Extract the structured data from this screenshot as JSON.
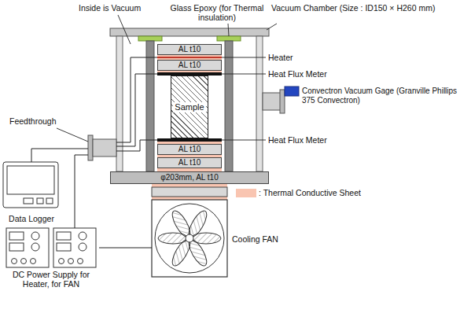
{
  "diagram": {
    "nodes": [
      {
        "text": [
          "AL t10"
        ]
      },
      {
        "text": [
          "AL t10"
        ]
      },
      {
        "text": [
          "Sample"
        ]
      },
      {
        "text": [
          "AL t10"
        ]
      },
      {
        "text": [
          "AL t10"
        ]
      },
      {
        "text": [
          "φ203mm, AL t10"
        ]
      },
      {
        "text": [
          "Cooling FAN"
        ]
      },
      {
        "text": [
          "Data Logger"
        ]
      },
      {
        "text": [
          "DC Power Supply for Heater, for FAN"
        ]
      }
    ],
    "edges": [
      {
        "from": 8,
        "to": 6,
        "arrow": "none"
      }
    ],
    "labels": [
      "Inside is Vacuum",
      "Glass Epoxy (for Thermal insulation)",
      "Vacuum Chamber (Size : ID150 × H260 mm)",
      "Feedthrough",
      "Heater",
      "Heat Flux Meter",
      "Heat Flux Meter",
      "Convectron Vacuum Gage (Granville Phillips 375 Convectron)"
    ],
    "legend": [
      {
        "text": ": Thermal Conductive Sheet",
        "color": "#f9c5b1"
      }
    ]
  }
}
